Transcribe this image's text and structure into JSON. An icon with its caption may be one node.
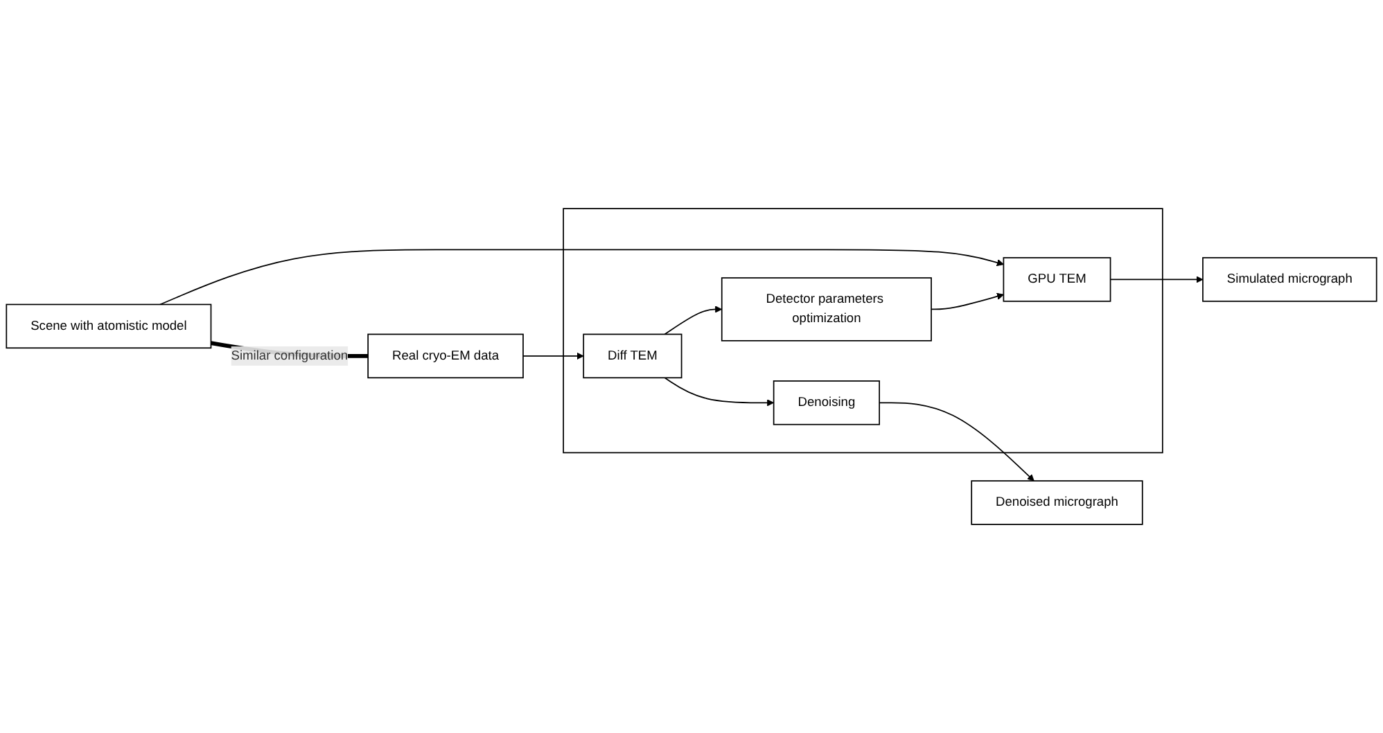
{
  "diagram": {
    "nodes": [
      {
        "text": [
          "Scene with atomistic model"
        ]
      },
      {
        "text": [],
        "shape": "box"
      },
      {
        "text": [
          "GPU TEM"
        ],
        "in": 1
      },
      {
        "text": [
          "Detector parameters optimization"
        ],
        "in": 1
      },
      {
        "text": [
          "Diff TEM"
        ],
        "in": 1
      },
      {
        "text": [
          "Denoising"
        ],
        "in": 1
      },
      {
        "text": [
          "Simulated micrograph"
        ]
      },
      {
        "text": [
          "Real cryo-EM data"
        ]
      },
      {
        "text": [
          "Denoised micrograph"
        ]
      }
    ],
    "edges": [
      {
        "from": 0,
        "to": 2,
        "arrow": "to"
      },
      {
        "from": 2,
        "to": 6,
        "arrow": "to"
      },
      {
        "from": 3,
        "to": 2,
        "arrow": "to"
      },
      {
        "from": 0,
        "to": 7,
        "arrow": "none",
        "label": "Similar configuration",
        "style": "thick"
      },
      {
        "from": 7,
        "to": 4,
        "arrow": "to"
      },
      {
        "from": 4,
        "to": 3,
        "arrow": "to"
      },
      {
        "from": 4,
        "to": 5,
        "arrow": "to"
      },
      {
        "from": 5,
        "to": 8,
        "arrow": "to"
      }
    ]
  }
}
